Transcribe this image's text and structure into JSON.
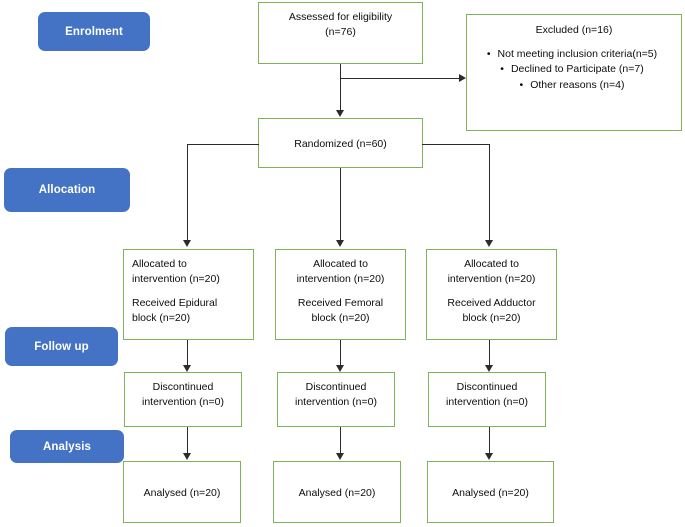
{
  "diagram": {
    "title": "CONSORT participant flow diagram",
    "colors": {
      "stage_badge_fill": "#4472C4",
      "stage_badge_text": "#FFFFFF",
      "box_border": "#7EB457",
      "box_fill": "#FFFFFF",
      "connector": "#2B2B2B",
      "page_background": "#FFFFFF"
    }
  },
  "stages": [
    {
      "id": "enrolment",
      "label": "Enrolment"
    },
    {
      "id": "allocation",
      "label": "Allocation"
    },
    {
      "id": "followup",
      "label": "Follow up"
    },
    {
      "id": "analysis",
      "label": "Analysis"
    }
  ],
  "enrolment": {
    "assessed": {
      "line1": "Assessed for eligibility",
      "line2": "(n=76)"
    },
    "excluded": {
      "title": "Excluded (n=16)",
      "reasons": [
        {
          "text": "Not meeting inclusion criteria(n=5)"
        },
        {
          "text": "Declined to Participate (n=7)"
        },
        {
          "text": "Other reasons (n=4)"
        }
      ],
      "bullet_glyph": "•"
    },
    "randomized": {
      "label": "Randomized (n=60)"
    }
  },
  "allocation": {
    "arms": [
      {
        "id": "epidural",
        "line1": "Allocated to",
        "line2": "intervention (n=20)",
        "line3": "Received Epidural",
        "line4": "block (n=20)"
      },
      {
        "id": "femoral",
        "line1": "Allocated to",
        "line2": "intervention (n=20)",
        "line3": "Received Femoral",
        "line4": "block (n=20)"
      },
      {
        "id": "adductor",
        "line1": "Allocated to",
        "line2": "intervention (n=20)",
        "line3": "Received Adductor",
        "line4": "block (n=20)"
      }
    ]
  },
  "followup": {
    "arms": [
      {
        "id": "epidural",
        "line1": "Discontinued",
        "line2": "intervention (n=0)"
      },
      {
        "id": "femoral",
        "line1": "Discontinued",
        "line2": "intervention (n=0)"
      },
      {
        "id": "adductor",
        "line1": "Discontinued",
        "line2": "intervention (n=0)"
      }
    ]
  },
  "analysis": {
    "arms": [
      {
        "id": "epidural",
        "line1": "Analysed (n=20)"
      },
      {
        "id": "femoral",
        "line1": "Analysed (n=20)"
      },
      {
        "id": "adductor",
        "line1": "Analysed (n=20)"
      }
    ]
  }
}
